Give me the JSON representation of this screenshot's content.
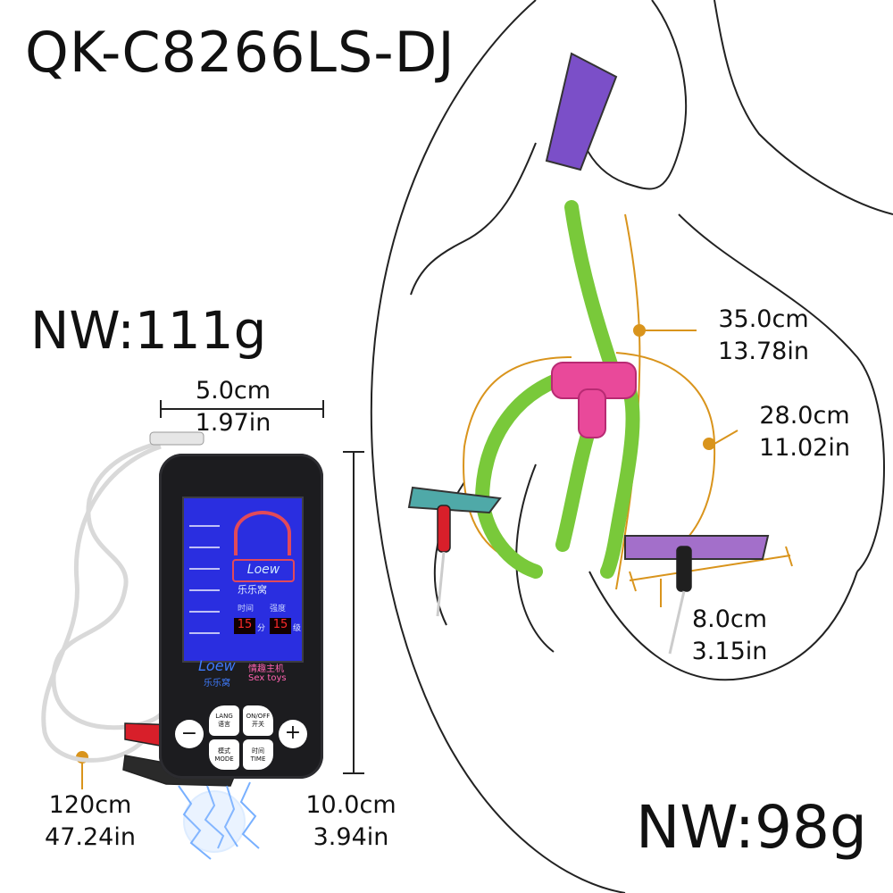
{
  "title": "QK-C8266LS-DJ",
  "weights": {
    "controller": "NW:111g",
    "clamps": "NW:98g"
  },
  "dimensions": {
    "controller_width": {
      "cm": "5.0cm",
      "in": "1.97in"
    },
    "controller_height": {
      "cm": "10.0cm",
      "in": "3.94in"
    },
    "cable_length": {
      "cm": "120cm",
      "in": "47.24in"
    },
    "chain_length": {
      "cm": "35.0cm",
      "in": "13.78in"
    },
    "loop_length": {
      "cm": "28.0cm",
      "in": "11.02in"
    },
    "clamp_length": {
      "cm": "8.0cm",
      "in": "3.15in"
    }
  },
  "device": {
    "brand_logo": "Loew",
    "brand_cn": "乐乐窝",
    "brand_tag_cn": "情趣主机",
    "brand_tag_en": "Sex toys",
    "lcd": {
      "label_time": "时间",
      "label_strength": "强度",
      "time_value": "15",
      "time_unit": "分",
      "strength_value": "15",
      "strength_unit": "级"
    },
    "buttons": {
      "minus": "−",
      "plus": "+",
      "lang": "LANG",
      "lang_cn": "语言",
      "onoff": "ON/OFF",
      "onoff_cn": "开关",
      "mode": "MODE",
      "mode_cn": "模式",
      "time": "TIME",
      "time_cn": "时间"
    }
  },
  "colors": {
    "accent_orange": "#d9941c",
    "strap_green": "#79c93a",
    "connector_pink": "#e9499a",
    "lcd_blue": "#2a2ee0"
  }
}
